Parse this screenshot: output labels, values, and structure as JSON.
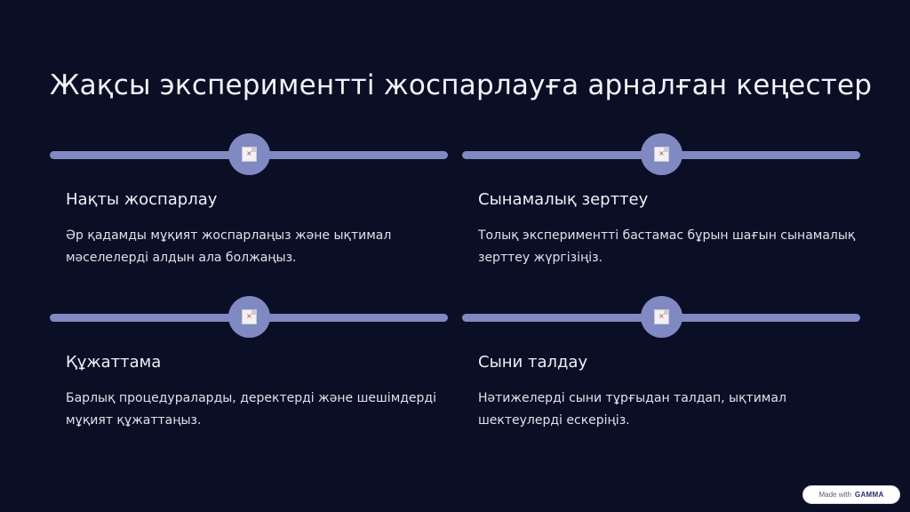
{
  "slide": {
    "title": "Жақсы эксперименттi жоспарлауға арналған кеңестер"
  },
  "cards": [
    {
      "icon": "broken-image-icon",
      "title": "Нақты жоспарлау",
      "description": "Әр қадамды мұқият жоспарлаңыз және ықтимал мәселелердi алдын ала болжаңыз."
    },
    {
      "icon": "broken-image-icon",
      "title": "Сынамалық зерттеу",
      "description": "Толық эксперименттi бастамас бұрын шағын сынамалық зерттеу жүргiзiңiз."
    },
    {
      "icon": "broken-image-icon",
      "title": "Құжаттама",
      "description": "Барлық процедураларды, деректердi және шешiмдердi мұқият құжаттаңыз."
    },
    {
      "icon": "broken-image-icon",
      "title": "Сыни талдау",
      "description": "Нәтижелердi сыни тұрғыдан талдап, ықтимал шектеулердi ескерiңiз."
    }
  ],
  "badge": {
    "made_with": "Made with",
    "brand": "GAMMA"
  },
  "colors": {
    "background": "#0b0f26",
    "accent": "#8189c2",
    "text": "#eef0f6"
  }
}
